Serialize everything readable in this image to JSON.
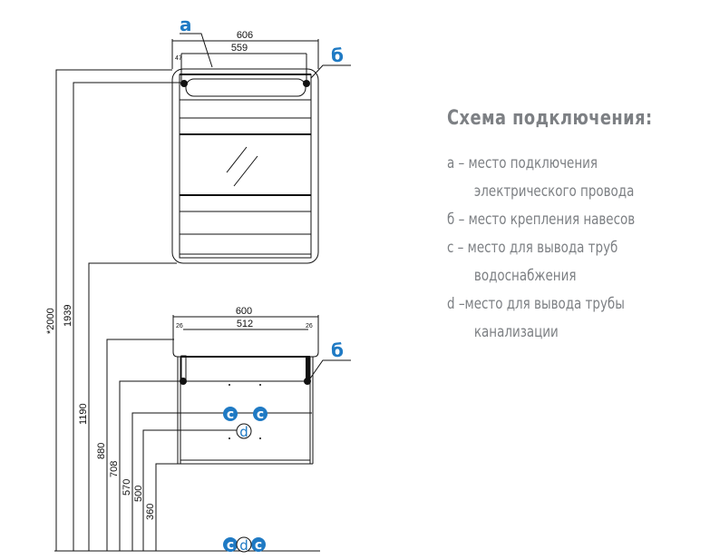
{
  "diagram": {
    "labels": {
      "a": "a",
      "b_top": "б",
      "b_bottom": "б",
      "c": "c",
      "d": "d"
    },
    "mirror_dims": {
      "width_total": "606",
      "width_inner": "559",
      "offset": "47"
    },
    "cabinet_dims": {
      "width_total": "600",
      "width_inner": "512",
      "offset_left": "26",
      "offset_right": "26"
    },
    "heights": [
      "*2000",
      "1939",
      "1190",
      "880",
      "708",
      "570",
      "500",
      "360"
    ],
    "colors": {
      "accent": "#1f7ac4",
      "text_gray": "#7d8084",
      "line": "#111111"
    }
  },
  "legend": {
    "title": "Схема подключения:",
    "items": [
      {
        "line1": "a – место подключения",
        "line2": "электрического провода"
      },
      {
        "line1": "б – место крепления навесов"
      },
      {
        "line1": "c – место для вывода труб",
        "line2": "водоснабжения"
      },
      {
        "line1": "d –место для вывода трубы",
        "line2": "канализации"
      }
    ]
  }
}
